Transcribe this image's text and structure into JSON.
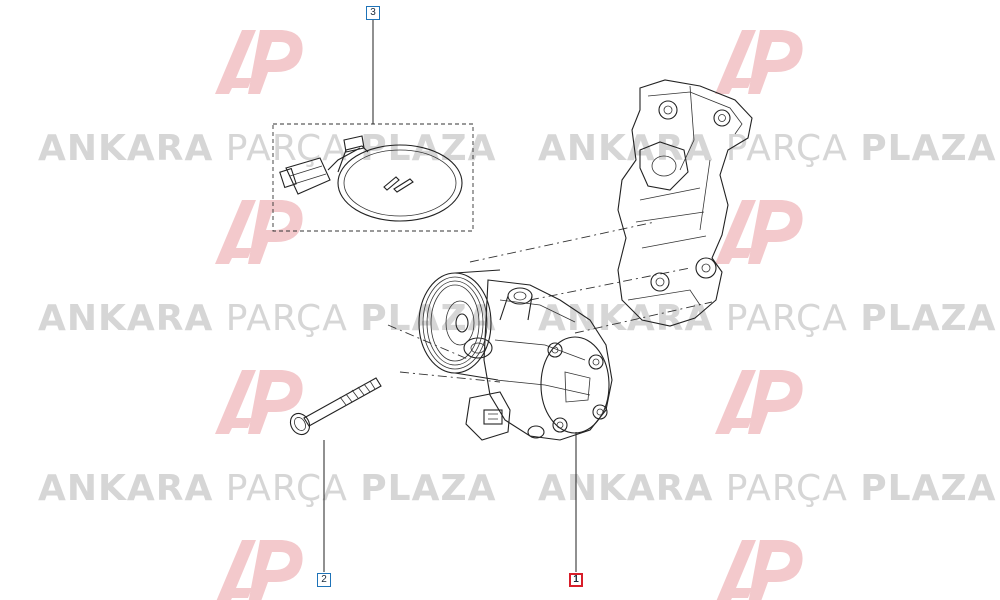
{
  "watermark": {
    "brand_bold_1": "ANKARA",
    "brand_light": "PARÇA",
    "brand_bold_2": "PLAZA",
    "logo_color": "#f3c9cc",
    "text_color": "#d6d6d6"
  },
  "callouts": [
    {
      "label": "3",
      "part": "wiring-harness-kit",
      "highlighted": false
    },
    {
      "label": "2",
      "part": "mounting-bolt",
      "highlighted": false
    },
    {
      "label": "1",
      "part": "ac-compressor",
      "highlighted": true
    }
  ],
  "colors": {
    "callout_border": "#1e73b8",
    "callout_highlight": "#d81e2a",
    "line": "#222222"
  }
}
